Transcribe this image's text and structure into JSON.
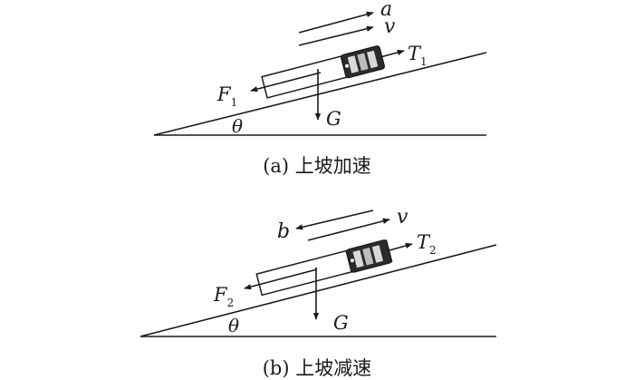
{
  "panel_a": {
    "caption": "(a) 上坡加速",
    "labels": {
      "accel": "a",
      "velocity": "v",
      "tension": "T",
      "tension_sub": "1",
      "friction": "F",
      "friction_sub": "1",
      "gravity": "G",
      "angle": "θ"
    }
  },
  "panel_b": {
    "caption": "(b) 上坡减速",
    "labels": {
      "accel": "b",
      "velocity": "v",
      "tension": "T",
      "tension_sub": "2",
      "friction": "F",
      "friction_sub": "2",
      "gravity": "G",
      "angle": "θ"
    }
  }
}
